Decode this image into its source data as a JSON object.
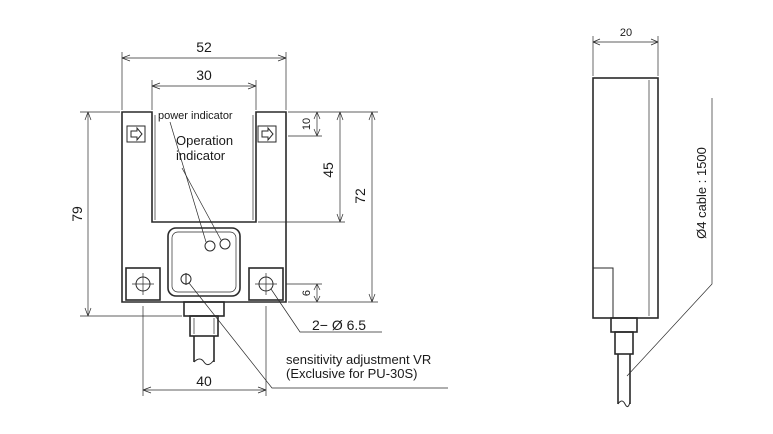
{
  "front_view": {
    "dim_width_total": "52",
    "dim_slot_width": "30",
    "dim_height_total": "79",
    "dim_top_offset": "10",
    "dim_slot_depth": "45",
    "dim_body_height": "72",
    "dim_hole_offset": "6",
    "dim_hole_pitch": "40",
    "label_power_indicator": "power indicator",
    "label_operation_line1": "Operation",
    "label_operation_line2": "indicator",
    "label_holes": "2− Ø 6.5",
    "label_vr_line1": "sensitivity adjustment VR",
    "label_vr_line2": "(Exclusive for PU-30S)"
  },
  "side_view": {
    "dim_thickness": "20",
    "label_cable": "Ø4 cable : 1500"
  },
  "colors": {
    "stroke": "#2a2a2a",
    "background": "#ffffff"
  }
}
